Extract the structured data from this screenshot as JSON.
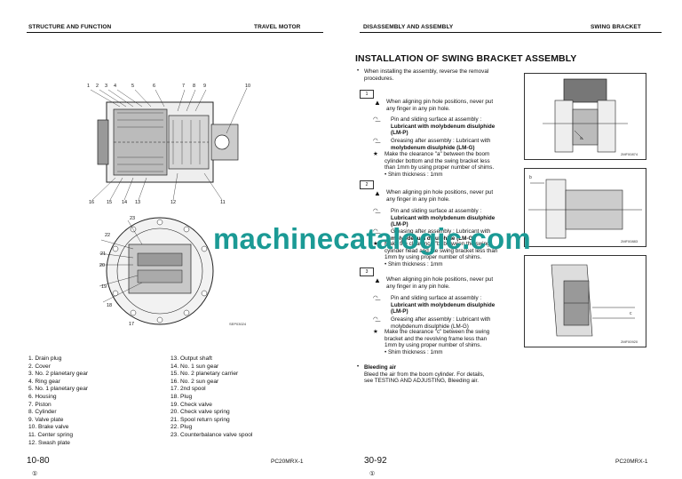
{
  "left_page": {
    "section_header": "STRUCTURE AND FUNCTION",
    "subject_header": "TRAVEL MOTOR",
    "figure_code": "SEP03024",
    "callouts_top": [
      "1",
      "2",
      "3",
      "4",
      "5",
      "6",
      "7",
      "8",
      "9",
      "10"
    ],
    "callouts_bottom": [
      "16",
      "15",
      "14",
      "13",
      "12",
      "11"
    ],
    "callouts_lower": [
      "23",
      "22",
      "21",
      "20",
      "19",
      "18",
      "17"
    ],
    "parts_col1": [
      "1. Drain plug",
      "2. Cover",
      "3. No. 2 planetary gear",
      "4. Ring gear",
      "5. No. 1 planetary gear",
      "6. Housing",
      "7. Piston",
      "8. Cylinder",
      "9. Valve plate",
      "10. Brake valve",
      "11. Center spring",
      "12. Swash plate"
    ],
    "parts_col2": [
      "13. Output shaft",
      "14. No. 1 sun gear",
      "15. No. 2 planetary carrier",
      "16. No. 2 sun gear",
      "17. 2nd spool",
      "18. Plug",
      "19. Check valve",
      "20. Check valve spring",
      "21. Spool return spring",
      "22. Plug",
      "23. Counterbalance valve spool"
    ],
    "page_number": "10-80",
    "model": "PC20MRX-1",
    "footer_mark": "①"
  },
  "right_page": {
    "section_header": "DISASSEMBLY AND ASSEMBLY",
    "subject_header": "SWING BRACKET",
    "title": "INSTALLATION OF SWING BRACKET ASSEMBLY",
    "intro_bullet": "•",
    "intro": [
      "When installing the assembly, reverse the removal",
      "procedures."
    ],
    "steps": [
      {
        "label": "1",
        "warning": [
          "When aligning pin hole positions, never put",
          "any finger in any pin hole."
        ],
        "lubricant1": [
          "Pin and sliding surface at assembly :",
          "Lubricant with molybdenum disulphide",
          "(LM-P)"
        ],
        "lubricant2": [
          "Greasing after assembly : Lubricant with",
          "molybdenum disulphide (LM-G)"
        ],
        "note": [
          "Make the clearance \"a\" between the boom",
          "cylinder bottom and the swing bracket less",
          "than 1mm by using proper number of shims."
        ],
        "shim": "Shim thickness : 1mm"
      },
      {
        "label": "2",
        "warning": [
          "When aligning pin hole positions, never put",
          "any finger in any pin hole."
        ],
        "lubricant1": [
          "Pin and sliding surface at assembly :",
          "Lubricant with molybdenum disulphide",
          "(LM-P)"
        ],
        "lubricant2": [
          "Greasing after assembly : Lubricant with",
          "molybdenum disulphide (LM-G)"
        ],
        "note": [
          "Make the clearance \"b\" between the swing",
          "cylinder head and the swing bracket less than",
          "1mm by using proper number of shims."
        ],
        "shim": "Shim thickness : 1mm"
      },
      {
        "label": "3",
        "warning": [
          "When aligning pin hole positions, never put",
          "any finger in any pin hole."
        ],
        "lubricant1": [
          "Pin and sliding surface at assembly :",
          "Lubricant with molybdenum disulphide",
          "(LM-P)"
        ],
        "lubricant2": [
          "Greasing after assembly : Lubricant with",
          "molybdenum disulphide (LM-G)"
        ],
        "note": [
          "Make the clearance \"c\" between the swing",
          "bracket and the revolving frame less than",
          "1mm by using proper number of shims."
        ],
        "shim": "Shim thickness : 1mm"
      }
    ],
    "bleeding_title": "Bleeding air",
    "bleeding_text": [
      "Bleed the air from the boom cylinder. For details,",
      "see TESTING AND ADJUSTING, Bleeding air."
    ],
    "fig_codes": [
      "2MF00874",
      "2MF00883",
      "2MF00920"
    ],
    "fig_labels": [
      "a",
      "b",
      "c"
    ],
    "page_number": "30-92",
    "model": "PC20MRX-1",
    "footer_mark": "①"
  },
  "watermark": {
    "text": "machinecatalogic.com",
    "suffix": "m"
  }
}
